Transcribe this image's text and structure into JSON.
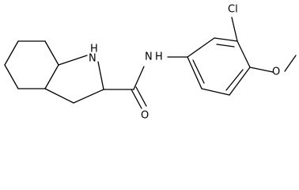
{
  "molecule": {
    "atom_labels": {
      "indoline_nh": "H",
      "indoline_n": "N",
      "amide_n": "N",
      "amide_nh": "H",
      "chloro": "Cl",
      "amide_o": "O",
      "methoxy_o": "O"
    }
  }
}
